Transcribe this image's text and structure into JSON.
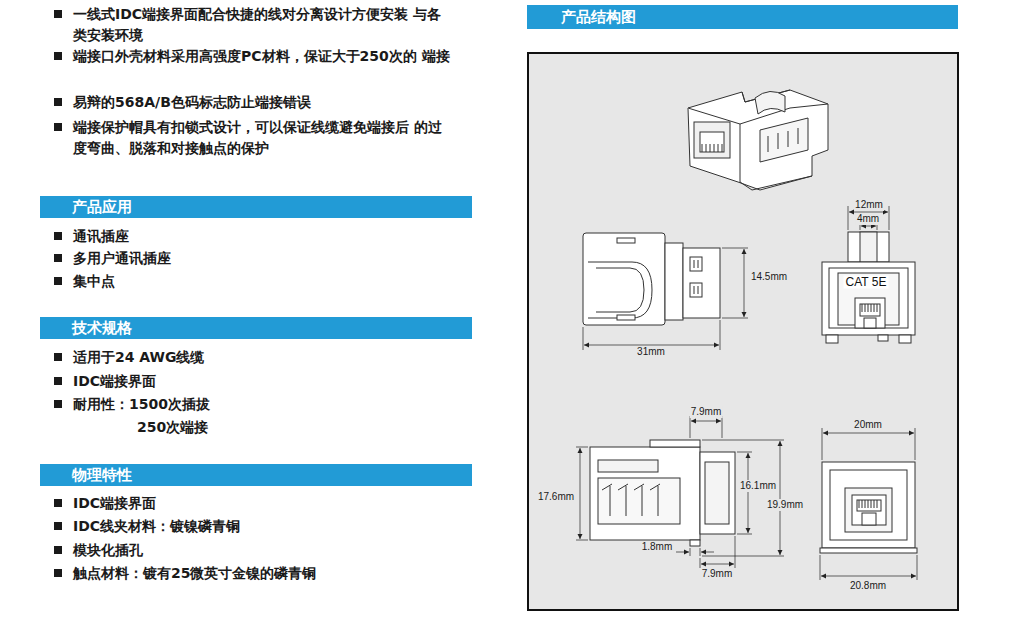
{
  "diagram": {
    "nodes": [
      {
        "text": [
          "产品应用"
        ]
      },
      {
        "text": [
          "技术规格"
        ]
      },
      {
        "text": [
          "物理特性"
        ]
      },
      {
        "text": [
          "产品结构图"
        ]
      }
    ],
    "labels": [
      "一线式IDC端接界面配合快捷的线对分离设计方便安装 与各类安装环境",
      "端接口外壳材料采用高强度PC材料，保证大于250次的 端接",
      "易辩的568A/B色码标志防止端接错误",
      "端接保护帽具有扣锁式设计，可以保证线缆避免端接后 的过度弯曲、脱落和对接触点的保护",
      "通讯插座",
      "多用户通讯插座",
      "集中点",
      "适用于24 AWG线缆",
      "IDC端接界面",
      "耐用性：1500次插拔",
      "250次端接",
      "IDC端接界面",
      "IDC线夹材料：镀镍磷青铜",
      "模块化插孔",
      "触点材料：镀有25微英寸金镍的磷青铜",
      "12mm",
      "4mm",
      "CAT 5E",
      "14.5mm",
      "31mm",
      "7.9mm",
      "17.6mm",
      "16.1mm",
      "19.9mm",
      "1.8mm",
      "7.9mm",
      "20mm",
      "20.8mm"
    ]
  }
}
